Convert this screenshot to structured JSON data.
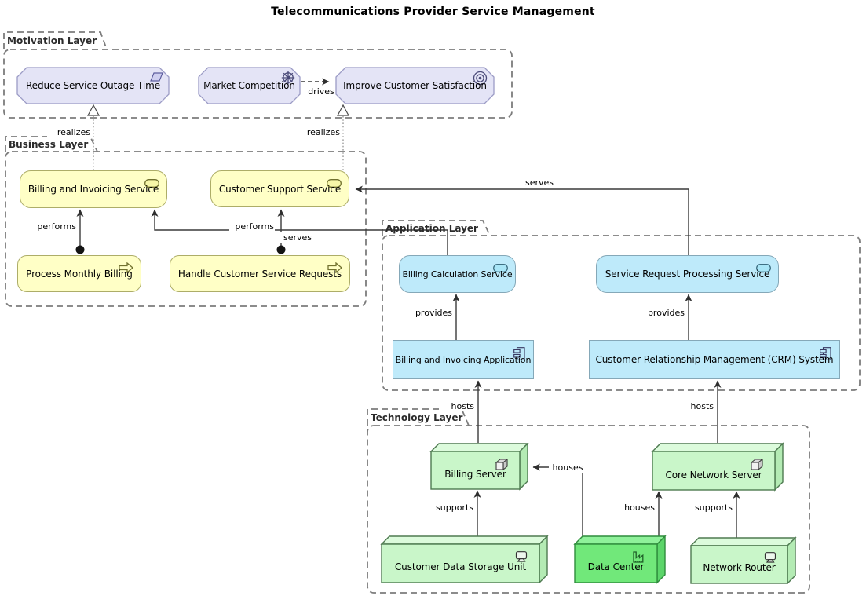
{
  "title": "Telecommunications Provider Service Management",
  "layers": {
    "motivation": {
      "label": "Motivation Layer",
      "elements": {
        "reduce_outage": "Reduce Service Outage Time",
        "market_competition": "Market Competition",
        "improve_satisfaction": "Improve Customer Satisfaction"
      }
    },
    "business": {
      "label": "Business Layer",
      "elements": {
        "billing_service": "Billing and Invoicing Service",
        "support_service": "Customer Support Service",
        "process_billing": "Process Monthly Billing",
        "handle_requests": "Handle Customer Service Requests"
      }
    },
    "application": {
      "label": "Application Layer",
      "elements": {
        "billing_calc": "Billing Calculation Service",
        "request_processing": "Service Request Processing Service",
        "billing_app": "Billing and Invoicing Application",
        "crm": "Customer Relationship Management (CRM) System"
      }
    },
    "technology": {
      "label": "Technology Layer",
      "elements": {
        "billing_server": "Billing Server",
        "core_server": "Core Network Server",
        "storage": "Customer Data Storage Unit",
        "datacenter": "Data Center",
        "router": "Network Router"
      }
    }
  },
  "edge_labels": {
    "drives": "drives",
    "realizes": "realizes",
    "performs": "performs",
    "serves": "serves",
    "provides": "provides",
    "hosts": "hosts",
    "supports": "supports",
    "houses": "houses"
  },
  "icons": {
    "requirement-icon": "parallelogram",
    "driver-icon": "spoked-wheel",
    "goal-icon": "concentric-circles-target",
    "service-icon": "pill-oval",
    "process-icon": "right-block-arrow",
    "component-icon": "uml-component",
    "node-icon": "3d-cube",
    "device-icon": "monitor",
    "facility-icon": "factory"
  },
  "colors": {
    "motivation_fill": "#E4E4F6",
    "motivation_border": "#9C9CC6",
    "business_fill": "#FFFFC6",
    "business_border": "#ADAD68",
    "application_fill": "#BEEAFA",
    "application_border": "#85A8B8",
    "technology_fill": "#C9F6C9",
    "technology_border": "#4E7A50",
    "technology_accent_fill": "#71E87A",
    "technology_accent_border": "#2F8C3C",
    "container_dash": "#7C7C7C",
    "connector_line": "#3A3A3A"
  }
}
